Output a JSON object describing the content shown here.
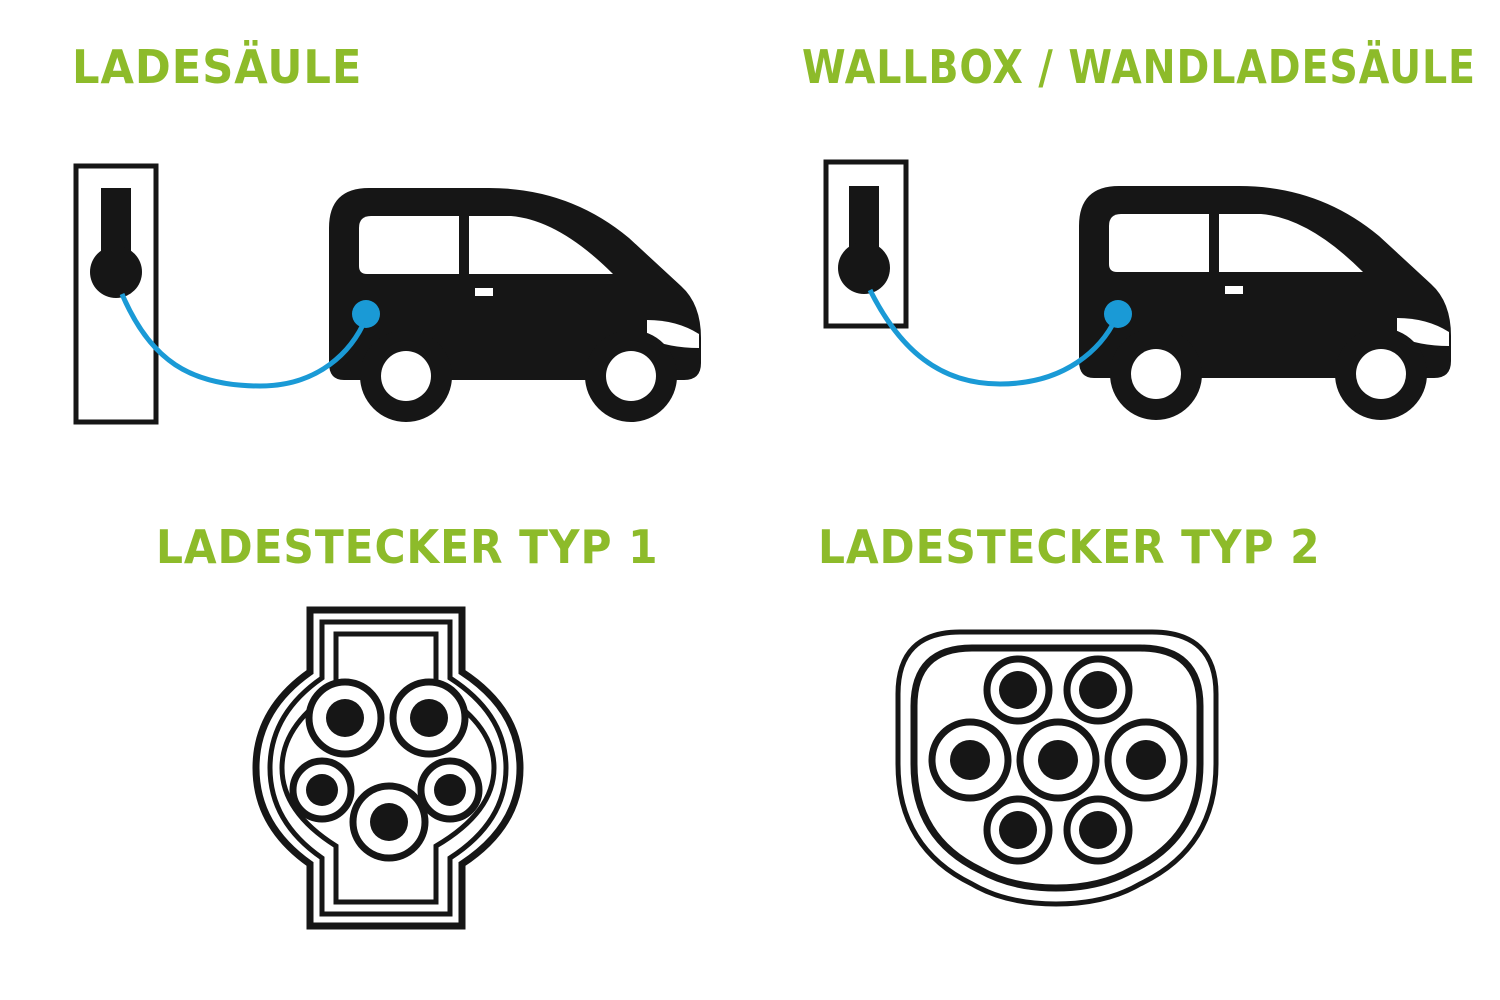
{
  "sections": {
    "ladesaeule": {
      "title": "LADESÄULE",
      "icon": "charging-station-car-icon"
    },
    "wallbox": {
      "title": "WALLBOX / WANDLADESÄULE",
      "icon": "wallbox-car-icon"
    },
    "typ1": {
      "title": "LADESTECKER TYP 1",
      "icon": "type1-connector-icon"
    },
    "typ2": {
      "title": "LADESTECKER TYP 2",
      "icon": "type2-connector-icon"
    }
  },
  "colors": {
    "title": "#8dbb2a",
    "cable": "#1a9ad6",
    "ink": "#161616",
    "background": "#ffffff"
  }
}
